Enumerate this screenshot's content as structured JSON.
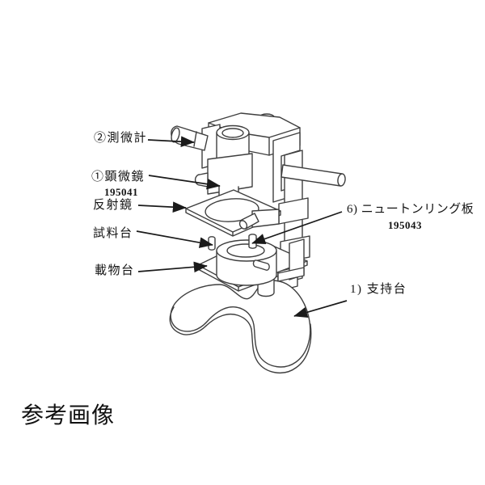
{
  "page": {
    "background": "#ffffff",
    "line_color": "#3f3f3f",
    "text_color": "#141414"
  },
  "caption": "参考画像",
  "labels": {
    "micrometer": "②測微計",
    "microscope": "①顕微鏡",
    "microscope_code": "195041",
    "reflector": "反射鏡",
    "sample_stage": "試料台",
    "object_stage": "載物台",
    "newton_ring": "6) ニュートンリング板",
    "newton_ring_code": "195043",
    "support_stand": "1) 支持台"
  }
}
